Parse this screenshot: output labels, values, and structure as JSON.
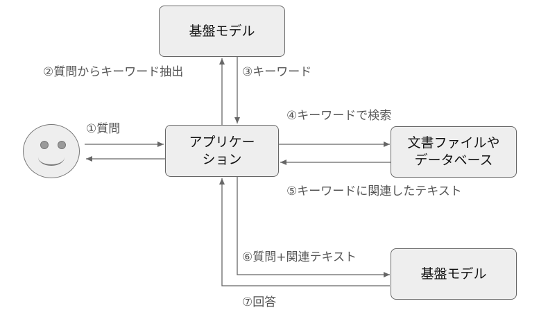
{
  "nodes": {
    "model_top": "基盤モデル",
    "app_line1": "アプリケー",
    "app_line2": "ション",
    "docs_line1": "文書ファイルや",
    "docs_line2": "データベース",
    "model_bottom": "基盤モデル"
  },
  "edges": {
    "s1": "①質問",
    "s2": "②質問からキーワード抽出",
    "s3": "③キーワード",
    "s4": "④キーワードで検索",
    "s5": "⑤キーワードに関連したテキスト",
    "s6": "⑥質問+関連テキスト",
    "s7": "⑦回答"
  },
  "colors": {
    "box_fill": "#eeeeee",
    "box_border": "#666666",
    "line": "#666666",
    "label": "#555555"
  },
  "icons": {
    "user": "smiley-face-icon"
  }
}
